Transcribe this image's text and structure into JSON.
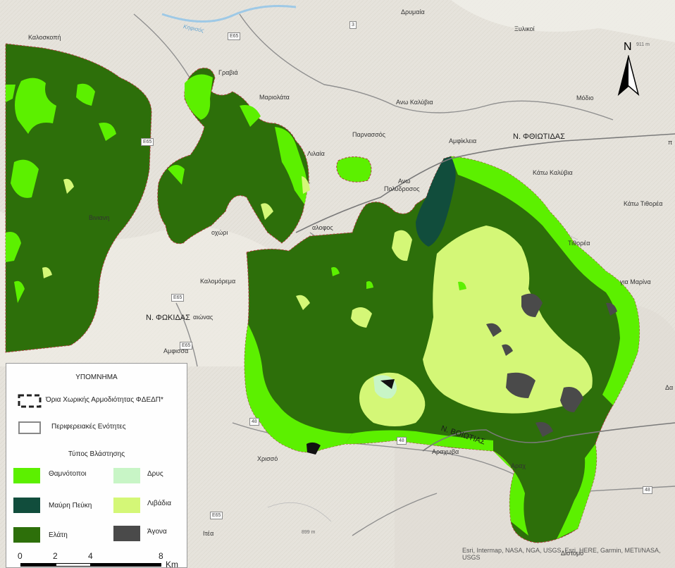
{
  "map": {
    "place_labels": [
      {
        "id": "drymaia",
        "text": "Δρυμαία"
      },
      {
        "id": "kaloskopi",
        "text": "Καλοσκοπή"
      },
      {
        "id": "xyliko",
        "text": "Ξυλικοί"
      },
      {
        "id": "gravia",
        "text": "Γραβιά"
      },
      {
        "id": "mariolata",
        "text": "Μαριολάτα"
      },
      {
        "id": "ano-kalyvia",
        "text": "Ανω Καλύβια"
      },
      {
        "id": "modio",
        "text": "Μόδιο"
      },
      {
        "id": "parnassos",
        "text": "Παρνασσός"
      },
      {
        "id": "amfikleia",
        "text": "Αμφίκλεια"
      },
      {
        "id": "liliaia",
        "text": "Λιλαία"
      },
      {
        "id": "ano-polydrosos-1",
        "text": "Ανω"
      },
      {
        "id": "ano-polydrosos-2",
        "text": "Πολύδροσος"
      },
      {
        "id": "kato-kalyvia",
        "text": "Κάτω Καλύβια"
      },
      {
        "id": "kato-tithorea",
        "text": "Κάτω Τιθορέα"
      },
      {
        "id": "viniani",
        "text": "Βινιανη"
      },
      {
        "id": "eptalofos",
        "text": "αλοφος"
      },
      {
        "id": "chorio",
        "text": "οχώρι"
      },
      {
        "id": "tithorea",
        "text": "Τιθορέα"
      },
      {
        "id": "kalomorema",
        "text": "Καλομόρεμα"
      },
      {
        "id": "agia-marina",
        "text": "για Μαρίνα"
      },
      {
        "id": "eptaionas",
        "text": "αιώνας"
      },
      {
        "id": "amfissa",
        "text": "Αμφισσα"
      },
      {
        "id": "chrisso",
        "text": "Χρισσό"
      },
      {
        "id": "arachova",
        "text": "Αραχωβα"
      },
      {
        "id": "arachova2",
        "text": "Αραχ"
      },
      {
        "id": "itea",
        "text": "Ιτέα"
      },
      {
        "id": "distomo",
        "text": "Δίστομο"
      },
      {
        "id": "da",
        "text": "Δα"
      },
      {
        "id": "p-edge",
        "text": "π"
      }
    ],
    "region_labels": [
      {
        "id": "fthiotidas",
        "text": "Ν. ΦΘΙΩΤΙΔΑΣ"
      },
      {
        "id": "fokidas",
        "text": "Ν. ΦΩΚΙΔΑΣ"
      },
      {
        "id": "voiotias",
        "text": "Ν. ΒΟΙΩΤΙΑΣ"
      }
    ],
    "road_shields": [
      {
        "id": "e65-a",
        "text": "E65"
      },
      {
        "id": "e65-b",
        "text": "E65"
      },
      {
        "id": "e65-c",
        "text": "E65"
      },
      {
        "id": "e65-d",
        "text": "E65"
      },
      {
        "id": "e65-e",
        "text": "E65"
      },
      {
        "id": "r3",
        "text": "3"
      },
      {
        "id": "r48-a",
        "text": "48"
      },
      {
        "id": "r48-b",
        "text": "48"
      },
      {
        "id": "r48-c",
        "text": "48"
      }
    ],
    "elevations": [
      {
        "id": "elev-911",
        "text": "911 m"
      },
      {
        "id": "elev-899",
        "text": "899 m"
      }
    ],
    "water_label": "Κηφισός",
    "north_arrow": "N",
    "attribution": "Esri, Intermap, NASA, NGA, USGS, Esri, HERE, Garmin, METI/NASA, USGS"
  },
  "legend": {
    "title": "ΥΠΟΜΝΗΜΑ",
    "boundary_label": "Όρια Χωρικής Αρμοδιότητας ΦΔΕΔΠ*",
    "regional_label": "Περιφερειακές Ενότητες",
    "vegetation_title": "Τύπος Βλάστησης",
    "classes": [
      {
        "id": "shrubs",
        "label": "Θαμνότοποι",
        "color": "#5cf000"
      },
      {
        "id": "oak",
        "label": "Δρυς",
        "color": "#c8f5c6"
      },
      {
        "id": "black-pine",
        "label": "Μαύρη Πεύκη",
        "color": "#114d3c"
      },
      {
        "id": "meadows",
        "label": "Λιβάδια",
        "color": "#d4f777"
      },
      {
        "id": "fir",
        "label": "Ελάτη",
        "color": "#2d6f0a"
      },
      {
        "id": "barren",
        "label": "Άγονα",
        "color": "#4a4a4a"
      }
    ],
    "scale": {
      "ticks": [
        "0",
        "2",
        "4",
        "8"
      ],
      "unit": "Km"
    }
  }
}
